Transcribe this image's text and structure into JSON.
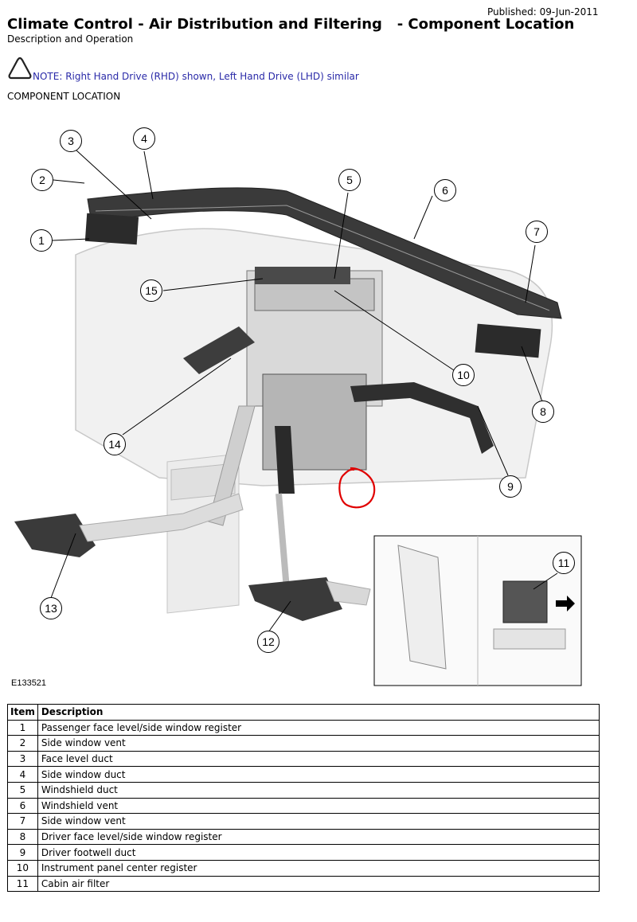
{
  "header": {
    "published": "Published: 09-Jun-2011",
    "title": "Climate Control - Air Distribution and Filtering   - Component Location",
    "subtitle": "Description and Operation"
  },
  "note": {
    "icon": "warning-triangle-icon",
    "text": "NOTE: Right Hand Drive (RHD) shown, Left Hand Drive (LHD) similar",
    "color": "#2a2aa8"
  },
  "section_heading": "COMPONENT LOCATION",
  "figure": {
    "code": "E133521",
    "callouts": [
      "1",
      "2",
      "3",
      "4",
      "5",
      "6",
      "7",
      "8",
      "9",
      "10",
      "11",
      "12",
      "13",
      "14",
      "15"
    ],
    "highlight_color": "#e00000"
  },
  "table": {
    "headers": [
      "Item",
      "Description"
    ],
    "rows": [
      [
        "1",
        "Passenger face level/side window register"
      ],
      [
        "2",
        "Side window vent"
      ],
      [
        "3",
        "Face level duct"
      ],
      [
        "4",
        "Side window duct"
      ],
      [
        "5",
        "Windshield duct"
      ],
      [
        "6",
        "Windshield vent"
      ],
      [
        "7",
        "Side window vent"
      ],
      [
        "8",
        "Driver face level/side window register"
      ],
      [
        "9",
        "Driver footwell duct"
      ],
      [
        "10",
        "Instrument panel center register"
      ],
      [
        "11",
        "Cabin air filter"
      ]
    ]
  }
}
